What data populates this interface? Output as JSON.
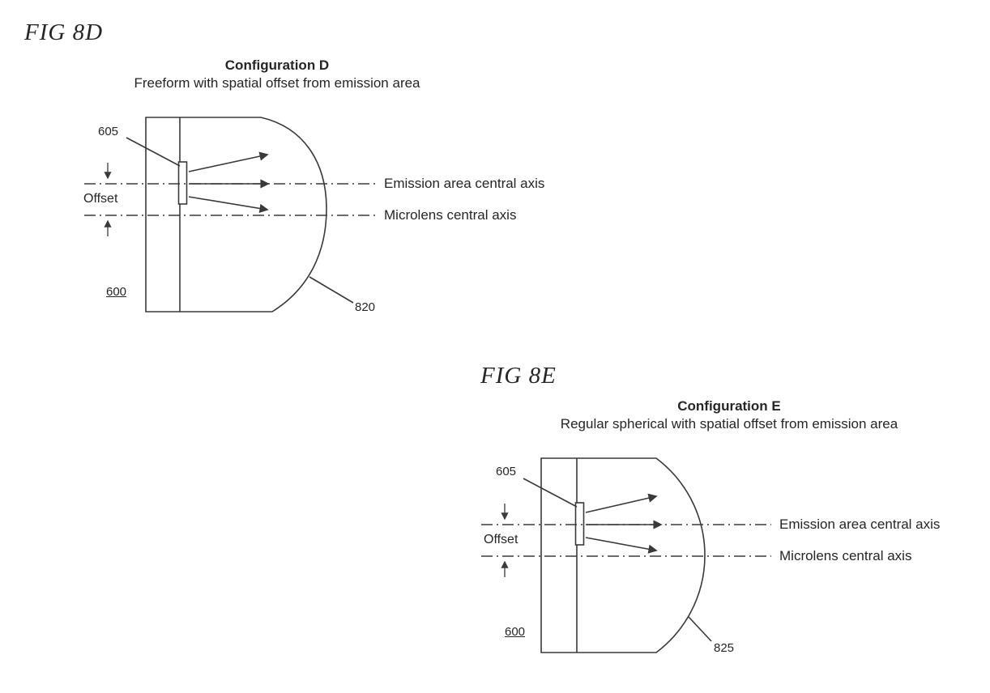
{
  "page": {
    "background": "#ffffff",
    "line_color": "#3a3a3a",
    "text_color": "#262626"
  },
  "fig_d": {
    "fig_label": "FIG 8D",
    "config_title": "Configuration D",
    "config_subtitle": "Freeform with spatial offset from emission area",
    "ref_emitter": "605",
    "ref_device": "600",
    "ref_lens": "820",
    "offset_label": "Offset",
    "emission_axis_label": "Emission area central axis",
    "microlens_axis_label": "Microlens central axis"
  },
  "fig_e": {
    "fig_label": "FIG 8E",
    "config_title": "Configuration E",
    "config_subtitle": "Regular spherical with spatial offset from emission area",
    "ref_emitter": "605",
    "ref_device": "600",
    "ref_lens": "825",
    "offset_label": "Offset",
    "emission_axis_label": "Emission area central axis",
    "microlens_axis_label": "Microlens central axis"
  }
}
